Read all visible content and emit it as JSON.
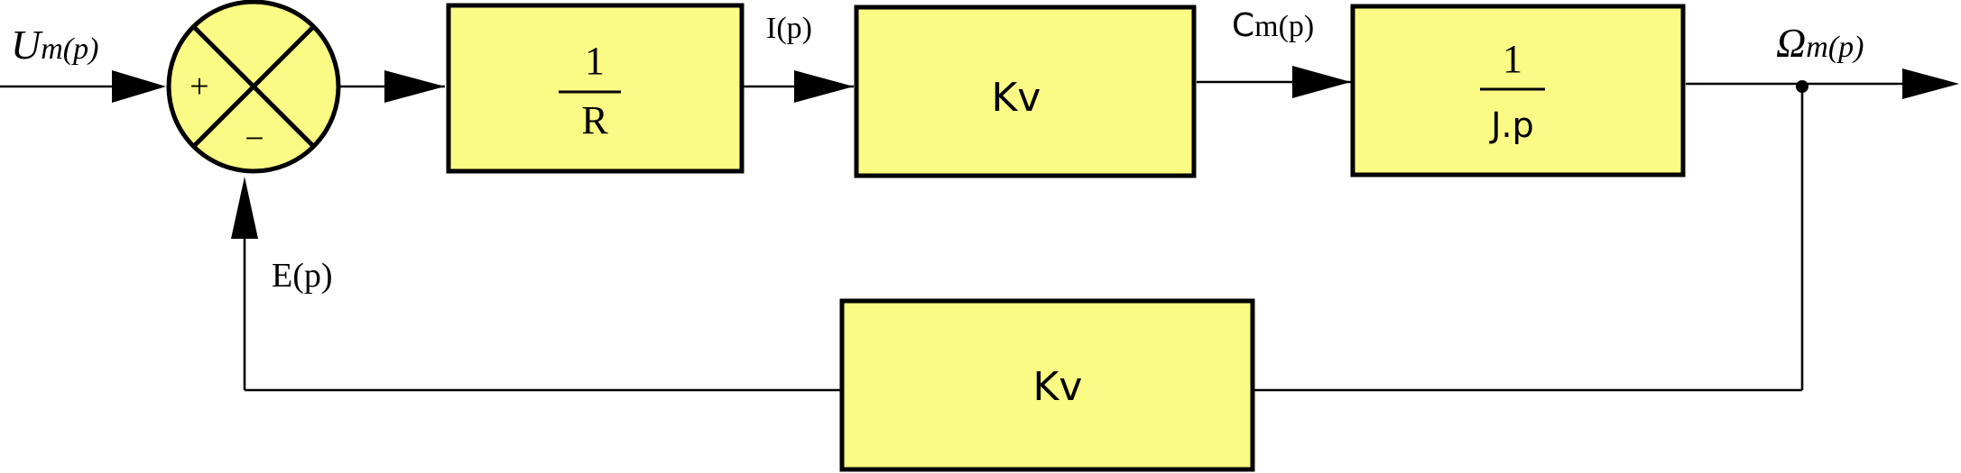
{
  "signals": {
    "input": {
      "main": "U",
      "sub": "m(p)"
    },
    "current": "I(p)",
    "torque": {
      "main": "C",
      "sub": "m(p)"
    },
    "output": {
      "main": "Ω",
      "sub": "m(p)"
    },
    "feedback": "E(p)"
  },
  "summing_junction": {
    "plus": "+",
    "minus": "−"
  },
  "blocks": {
    "resistance": {
      "numerator": "1",
      "denominator": "R"
    },
    "torque_gain": {
      "label": "Kv"
    },
    "inertia": {
      "numerator": "1",
      "denominator": "J.p"
    },
    "feedback_gain": {
      "label": "Kv"
    }
  },
  "colors": {
    "block_fill": "#fbfa84",
    "stroke": "#000000"
  }
}
